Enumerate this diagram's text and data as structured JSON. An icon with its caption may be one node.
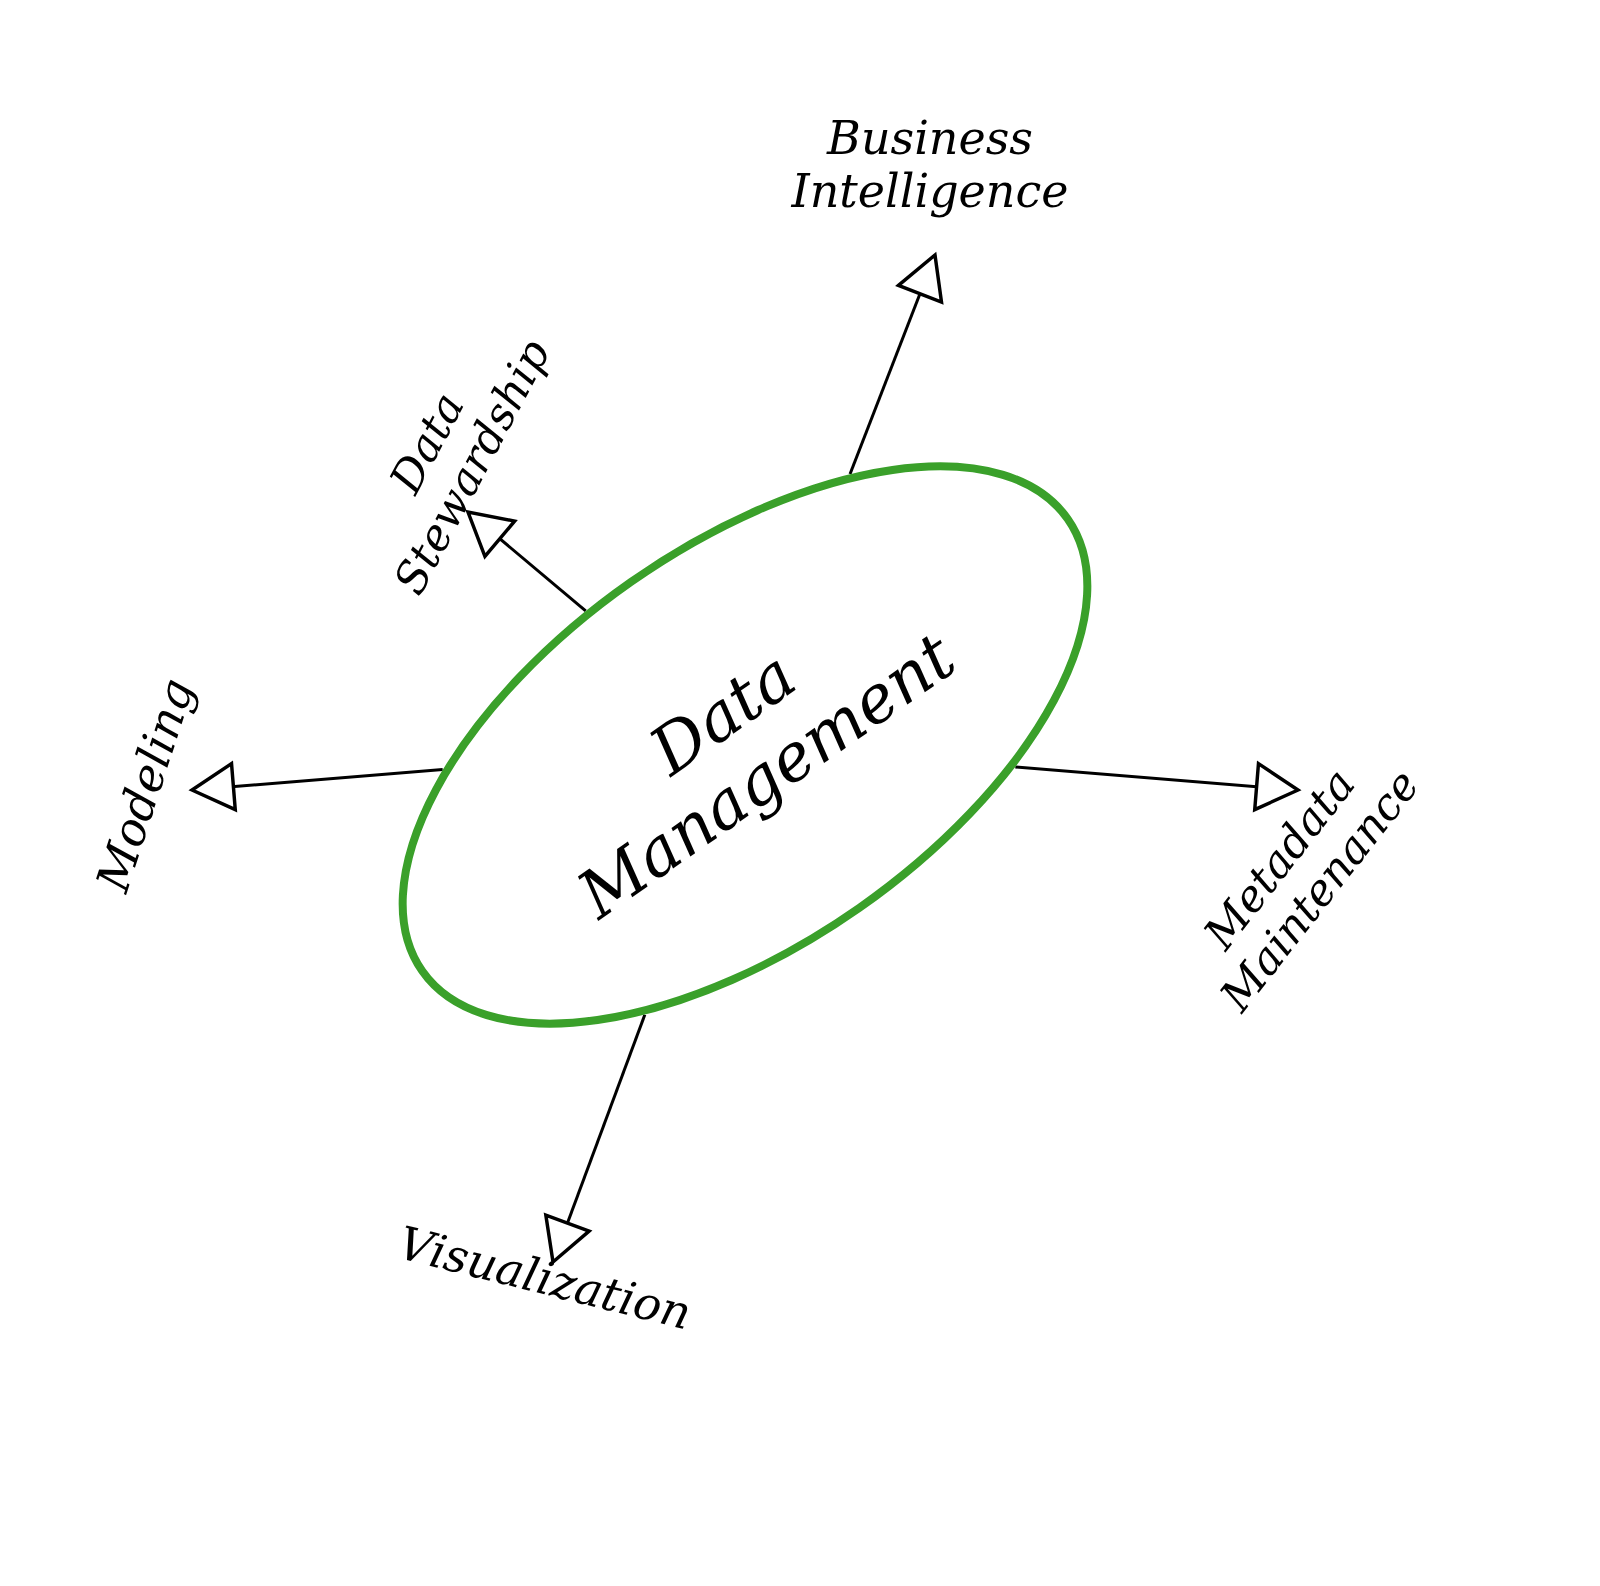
{
  "diagram": {
    "nodes": [
      {
        "text": [
          "Data Management"
        ]
      },
      {
        "text": [
          "Business Intelligence"
        ]
      },
      {
        "text": [
          "Data Stewardship"
        ]
      },
      {
        "text": [
          "Modeling"
        ]
      },
      {
        "text": [
          "Metadata Maintenance"
        ]
      },
      {
        "text": [
          "Visualization"
        ]
      }
    ],
    "edges": [
      {
        "from": 0,
        "to": 1,
        "arrow": "to"
      },
      {
        "from": 0,
        "to": 2,
        "arrow": "to"
      },
      {
        "from": 0,
        "to": 3,
        "arrow": "to"
      },
      {
        "from": 0,
        "to": 4,
        "arrow": "to"
      },
      {
        "from": 0,
        "to": 5,
        "arrow": "to"
      }
    ]
  }
}
